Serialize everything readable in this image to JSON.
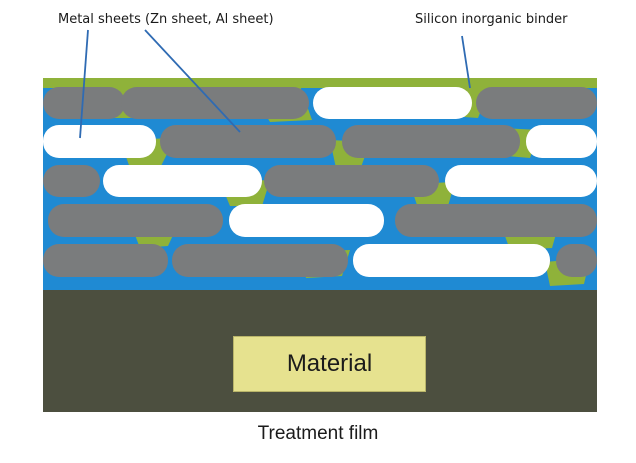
{
  "labels": {
    "metal_sheets": "Metal sheets (Zn sheet, Al sheet)",
    "binder": "Silicon inorganic binder"
  },
  "material": "Material",
  "caption": "Treatment film",
  "colors": {
    "blue_matrix": "#1f8ad3",
    "green_binder": "#8fb23a",
    "gray_sheet": "#7a7c7d",
    "white_sheet": "#ffffff",
    "substrate": "#4c4f3f",
    "material_box": "#e6e28f",
    "leader_line": "#2f6bb3"
  }
}
